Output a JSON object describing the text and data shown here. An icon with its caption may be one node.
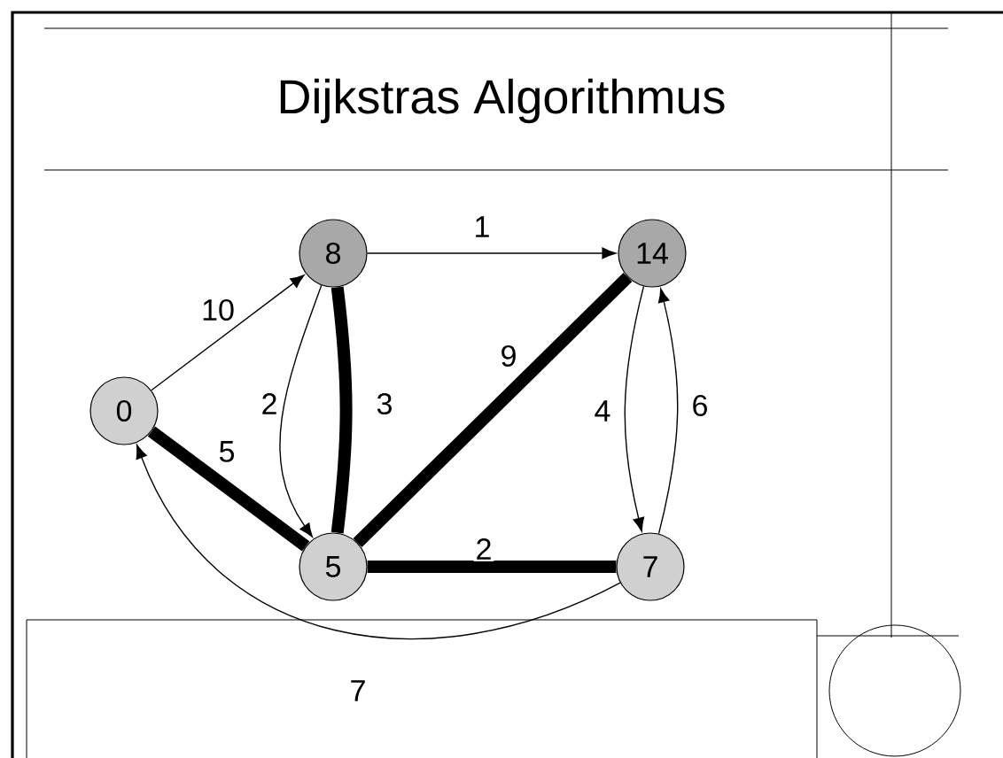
{
  "diagram": {
    "title": "Dijkstras Algorithmus",
    "nodes": [
      {
        "text": [
          "0"
        ]
      },
      {
        "text": [
          "8"
        ]
      },
      {
        "text": [
          "14"
        ]
      },
      {
        "text": [
          "5"
        ]
      },
      {
        "text": [
          "7"
        ]
      }
    ],
    "edges": [
      {
        "from": 0,
        "to": 1,
        "arrow": "to",
        "label": "10"
      },
      {
        "from": 1,
        "to": 2,
        "arrow": "to",
        "label": "1"
      },
      {
        "from": 1,
        "to": 3,
        "arrow": "to",
        "label": "2"
      },
      {
        "from": 1,
        "to": 3,
        "arrow": "none",
        "label": "3",
        "style": "thick"
      },
      {
        "from": 0,
        "to": 3,
        "arrow": "none",
        "label": "5",
        "style": "thick"
      },
      {
        "from": 3,
        "to": 2,
        "arrow": "none",
        "label": "9",
        "style": "thick"
      },
      {
        "from": 2,
        "to": 4,
        "arrow": "to",
        "label": "4"
      },
      {
        "from": 4,
        "to": 2,
        "arrow": "to",
        "label": "6"
      },
      {
        "from": 3,
        "to": 4,
        "arrow": "none",
        "label": "2",
        "style": "thick"
      },
      {
        "from": 4,
        "to": 0,
        "arrow": "to",
        "label": "7"
      }
    ]
  }
}
